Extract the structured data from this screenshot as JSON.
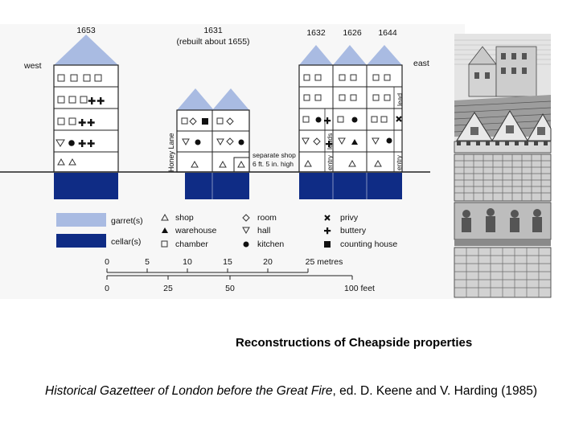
{
  "diagram": {
    "dates": [
      "1653",
      "1631",
      "1632",
      "1626",
      "1644"
    ],
    "rebuilt_note": "(rebuilt about 1655)",
    "west_label": "west",
    "east_label": "east",
    "honey_lane_label": "Honey Lane",
    "separate_shop_note": [
      "separate shop",
      "6 ft. 5 in. high"
    ],
    "side_labels": [
      "lead",
      "leads",
      "entry",
      "entry"
    ],
    "colors": {
      "garret": "#a9bbe2",
      "cellar": "#0f2c85",
      "roof": "#a9bbe2"
    }
  },
  "legend": {
    "colors": [
      {
        "label": "garret(s)",
        "color": "#a9bbe2"
      },
      {
        "label": "cellar(s)",
        "color": "#0f2c85"
      }
    ],
    "symbols": [
      {
        "icon": "triangle-outline",
        "label": "shop"
      },
      {
        "icon": "triangle-filled",
        "label": "warehouse"
      },
      {
        "icon": "square-outline",
        "label": "chamber"
      },
      {
        "icon": "diamond-outline",
        "label": "room"
      },
      {
        "icon": "triangle-down-outline",
        "label": "hall"
      },
      {
        "icon": "circle-filled",
        "label": "kitchen"
      },
      {
        "icon": "x-mark",
        "label": "privy"
      },
      {
        "icon": "plus-cross",
        "label": "buttery"
      },
      {
        "icon": "square-filled",
        "label": "counting house"
      }
    ]
  },
  "scale": {
    "metres": [
      "0",
      "5",
      "10",
      "15",
      "20",
      "25 metres"
    ],
    "feet": [
      "0",
      "25",
      "50",
      "100 feet"
    ]
  },
  "engraving_icon": "street-engraving-illustration",
  "caption": "Reconstructions of Cheapside properties",
  "citation": {
    "title": "Historical Gazetteer of London before the Great Fire",
    "rest": ", ed. D. Keene and V. Harding (1985)"
  }
}
